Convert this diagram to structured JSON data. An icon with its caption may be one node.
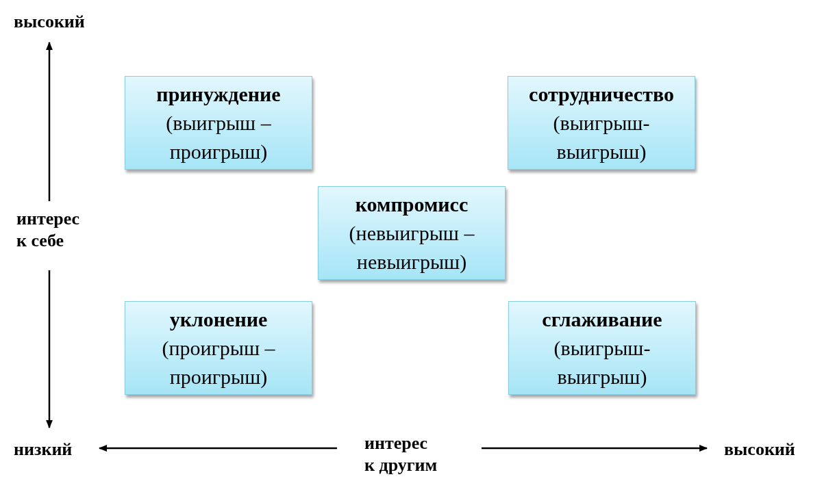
{
  "diagram": {
    "nodes": [
      {
        "text": [
          "принуждение",
          "(выигрыш – проигрыш)"
        ]
      },
      {
        "text": [
          "сотрудничество",
          "(выигрыш- выигрыш)"
        ]
      },
      {
        "text": [
          "компромисс",
          "(невыигрыш – невыигрыш)"
        ]
      },
      {
        "text": [
          "уклонение",
          "(проигрыш – проигрыш)"
        ]
      },
      {
        "text": [
          "сглаживание",
          "(выигрыш- выигрыш)"
        ]
      }
    ],
    "labels": [
      "высокий",
      "интерес к себе",
      "низкий",
      "интерес к другим",
      "высокий"
    ]
  }
}
